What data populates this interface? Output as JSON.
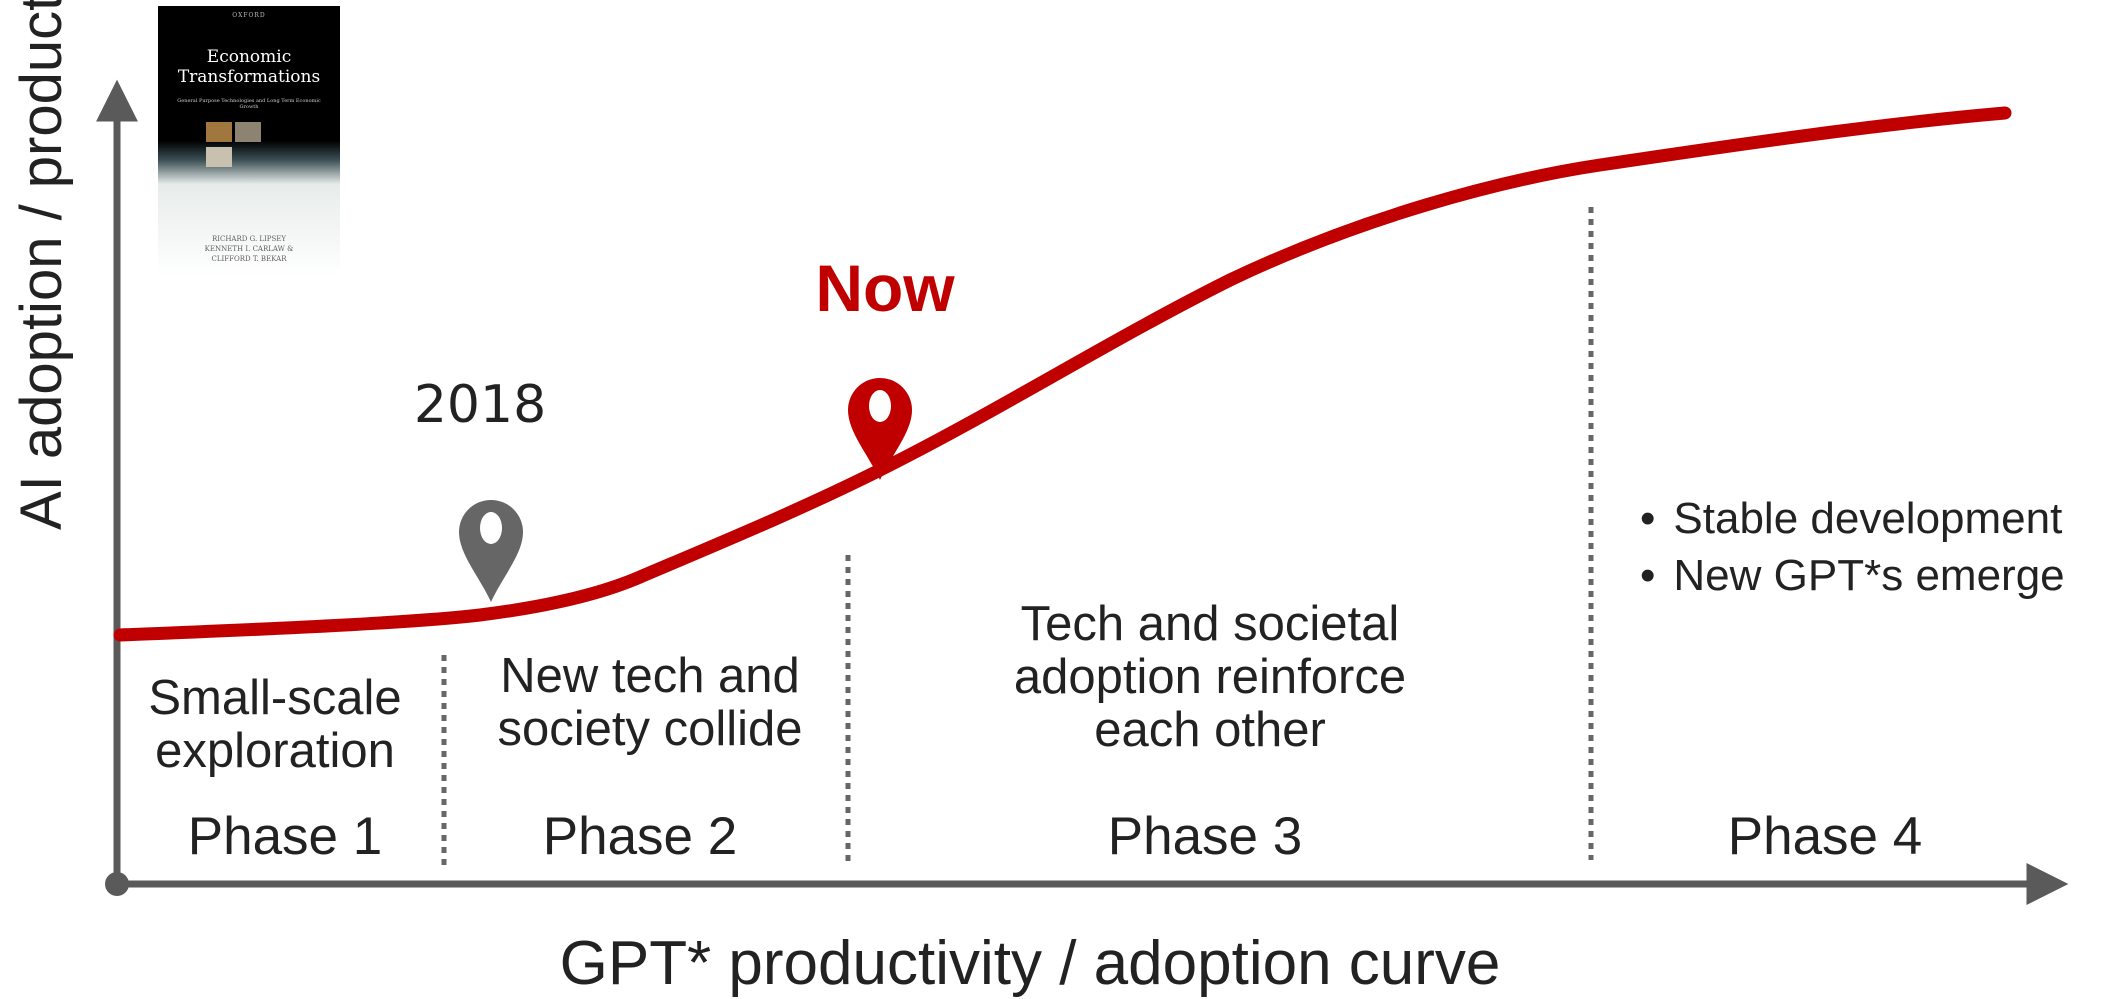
{
  "title": "",
  "axes": {
    "y_label": "AI adoption / productivity",
    "x_label": "GPT* productivity / adoption curve"
  },
  "colors": {
    "curve": "#c00000",
    "axis": "#5a5a5a",
    "grey_pin": "#666666",
    "divider": "#666666",
    "text": "#222222"
  },
  "markers": {
    "year": {
      "label": "2018",
      "icon": "map-pin-icon",
      "color": "#666666"
    },
    "now": {
      "label": "Now",
      "icon": "map-pin-icon",
      "color": "#c00000"
    }
  },
  "phases": [
    {
      "name": "Phase 1",
      "description": "Small-scale\nexploration"
    },
    {
      "name": "Phase 2",
      "description": "New tech and\nsociety collide"
    },
    {
      "name": "Phase 3",
      "description": "Tech and societal\nadoption reinforce\neach other"
    },
    {
      "name": "Phase 4",
      "bullets": [
        "Stable development",
        "New GPT*s emerge"
      ]
    }
  ],
  "book": {
    "header": "OXFORD",
    "title": "Economic\nTransformations",
    "subtitle": "General Purpose Technologies and Long Term Economic Growth",
    "authors": "RICHARD G. LIPSEY\nKENNETH I. CARLAW &\nCLIFFORD T. BEKAR"
  }
}
